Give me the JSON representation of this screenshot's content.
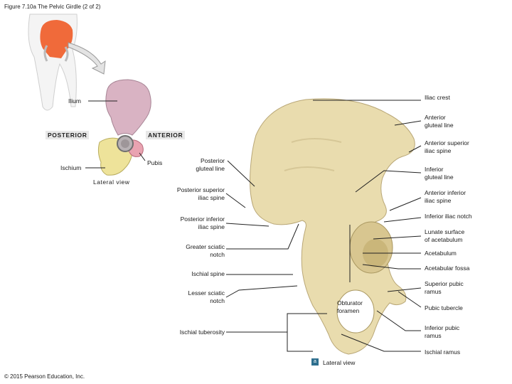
{
  "title": "Figure 7.10a The Pelvic Girdle (2 of 2)",
  "copyright": "© 2015 Pearson Education, Inc.",
  "inset": {
    "labels": {
      "ilium": "Ilium",
      "posterior": "POSTERIOR",
      "anterior": "ANTERIOR",
      "pubis": "Pubis",
      "ischium": "Ischium",
      "lateral_view": "Lateral view"
    },
    "colors": {
      "ilium": "#d9b3c3",
      "ischium": "#eee39a",
      "pubis": "#e9a3b1",
      "highlight": "#f06a3a"
    }
  },
  "main_labels": {
    "left": {
      "posterior_gluteal_line": [
        "Posterior",
        "gluteal line"
      ],
      "posterior_superior_iliac_spine": [
        "Posterior superior",
        "iliac spine"
      ],
      "posterior_inferior_iliac_spine": [
        "Posterior inferior",
        "iliac spine"
      ],
      "greater_sciatic_notch": [
        "Greater sciatic",
        "notch"
      ],
      "ischial_spine": [
        "Ischial spine"
      ],
      "lesser_sciatic_notch": [
        "Lesser sciatic",
        "notch"
      ],
      "ischial_tuberosity": [
        "Ischial tuberosity"
      ]
    },
    "right": {
      "iliac_crest": [
        "Iliac crest"
      ],
      "anterior_gluteal_line": [
        "Anterior",
        "gluteal line"
      ],
      "anterior_superior_iliac_spine": [
        "Anterior superior",
        "iliac spine"
      ],
      "inferior_gluteal_line": [
        "Inferior",
        "gluteal line"
      ],
      "anterior_inferior_iliac_spine": [
        "Anterior inferior",
        "iliac spine"
      ],
      "inferior_iliac_notch": [
        "Inferior iliac notch"
      ],
      "lunate_surface": [
        "Lunate surface",
        "of acetabulum"
      ],
      "acetabulum": [
        "Acetabulum"
      ],
      "acetabular_fossa": [
        "Acetabular fossa"
      ],
      "superior_pubic_ramus": [
        "Superior pubic",
        "ramus"
      ],
      "pubic_tubercle": [
        "Pubic tubercle"
      ],
      "inferior_pubic_ramus": [
        "Inferior pubic",
        "ramus"
      ],
      "ischial_ramus": [
        "Ischial ramus"
      ]
    },
    "center": {
      "obturator_foramen": [
        "Obturator",
        "foramen"
      ]
    }
  },
  "caption": {
    "badge": "a",
    "text": "Lateral view"
  },
  "bone_color": "#e9dcae"
}
